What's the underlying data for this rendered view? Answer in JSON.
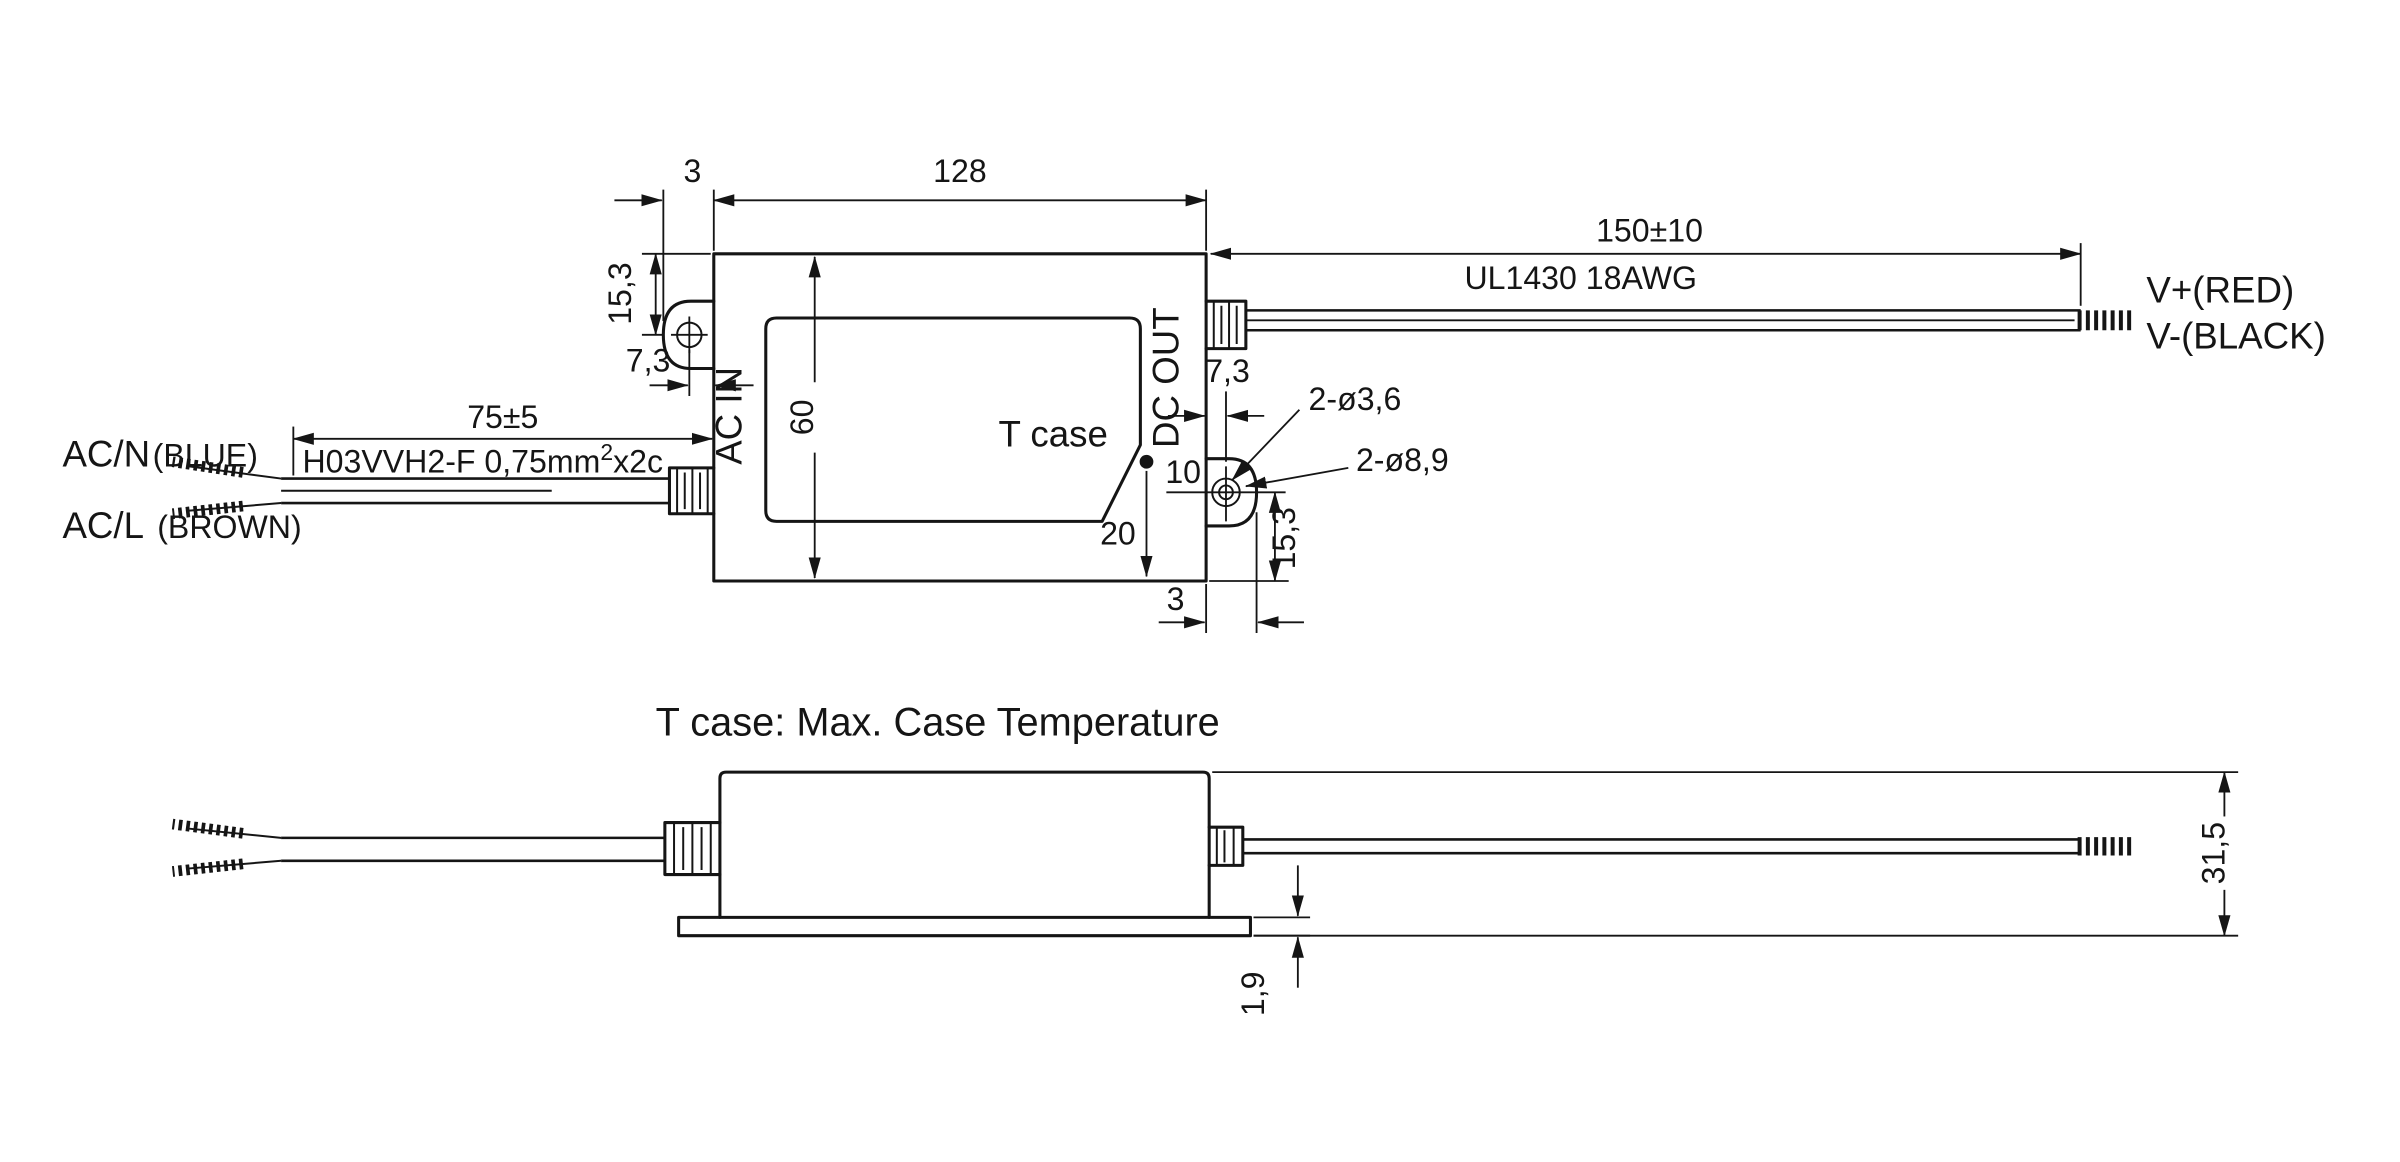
{
  "drawing": {
    "colors": {
      "line": "#151515",
      "background": "#ffffff"
    },
    "top_view": {
      "labels": {
        "ac_in": "AC IN",
        "dc_out": "DC OUT",
        "t_case": "T case"
      },
      "dimensions": {
        "ear_offset_top": "3",
        "body_width": "128",
        "ear_hole_height_left": "15,3",
        "hole_offset_left": "7,3",
        "body_height": "60",
        "hole_offset_right": "7,3",
        "mounting_hole_small": "2-ø3,6",
        "mounting_hole_large": "2-ø8,9",
        "tcase_point_x": "10",
        "tcase_point_y": "20",
        "ear_hole_height_right": "15,3",
        "ear_offset_bottom": "3"
      },
      "input_cable": {
        "length": "75±5",
        "spec_main": "H03VVH2-F 0,75mm",
        "spec_sup": "2",
        "spec_tail": "x2c",
        "wire_neutral": "AC/N",
        "wire_neutral_color": "(BLUE)",
        "wire_line": "AC/L",
        "wire_line_color": "(BROWN)"
      },
      "output_cable": {
        "length": "150±10",
        "spec": "UL1430 18AWG",
        "wire_positive": "V+(RED)",
        "wire_negative": "V-(BLACK)"
      }
    },
    "note": "T case: Max. Case Temperature",
    "side_view": {
      "dimensions": {
        "case_height": "31,5",
        "flange_thickness": "1,9"
      }
    }
  }
}
